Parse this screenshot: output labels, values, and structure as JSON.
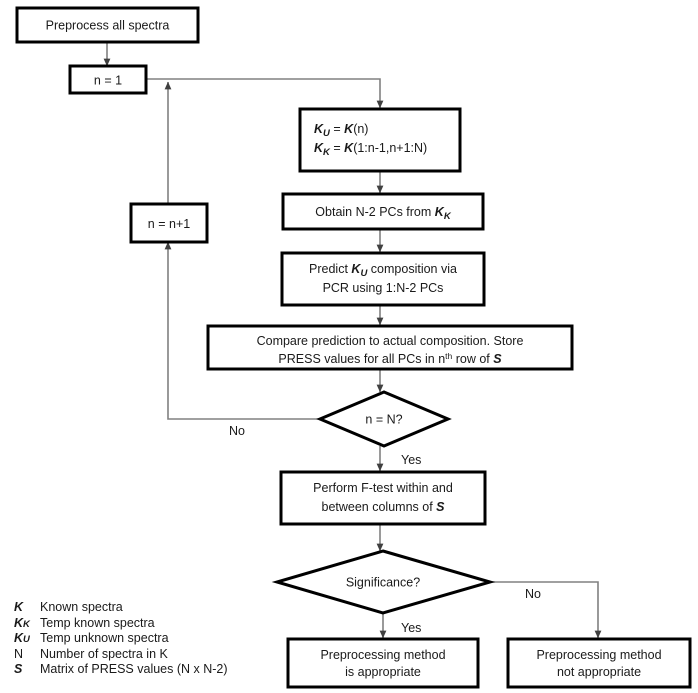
{
  "diagram": {
    "title": "Preprocessing evaluation flowchart",
    "colors": {
      "node_stroke": "#000000",
      "node_fill": "#ffffff",
      "connector": "#808080",
      "text": "#1a1a1a",
      "background": "#ffffff"
    },
    "nodes": {
      "preprocess": {
        "type": "process",
        "text": "Preprocess all spectra"
      },
      "init_n": {
        "type": "process",
        "text": "n = 1"
      },
      "assign": {
        "type": "process",
        "line1_lhs_sym": "K",
        "line1_lhs_sub": "U",
        "line1_eq": " = ",
        "line1_rhs_sym": "K",
        "line1_rhs_rest": "(n)",
        "line2_lhs_sym": "K",
        "line2_lhs_sub": "K",
        "line2_eq": " = ",
        "line2_rhs_sym": "K",
        "line2_rhs_rest": "(1:n-1,n+1:N)"
      },
      "obtain_pcs": {
        "type": "process",
        "prefix": "Obtain N-2 PCs from ",
        "sym": "K",
        "sub": "K"
      },
      "predict": {
        "type": "process",
        "line1_prefix": "Predict ",
        "line1_sym": "K",
        "line1_sub": "U",
        "line1_suffix": " composition via",
        "line2": "PCR using 1:N-2 PCs"
      },
      "compare": {
        "type": "process",
        "line1": "Compare prediction to actual composition. Store",
        "line2_prefix": "PRESS values for all PCs in n",
        "line2_sup": "th",
        "line2_mid": " row of ",
        "line2_sym": "S"
      },
      "increment_n": {
        "type": "process",
        "text": "n = n+1"
      },
      "check_n": {
        "type": "decision",
        "text": "n = N?"
      },
      "ftest": {
        "type": "process",
        "line1": "Perform F-test within and",
        "line2_prefix": "between columns of ",
        "line2_sym": "S"
      },
      "significance": {
        "type": "decision",
        "text": "Significance?"
      },
      "appropriate": {
        "type": "process",
        "line1": "Preprocessing method",
        "line2": "is appropriate"
      },
      "not_appropriate": {
        "type": "process",
        "line1": "Preprocessing method",
        "line2": "not appropriate"
      }
    },
    "edge_labels": {
      "loop_no": "No",
      "loop_yes": "Yes",
      "sig_yes": "Yes",
      "sig_no": "No"
    }
  },
  "legend": {
    "rows": [
      {
        "symbol": "K",
        "subscript": "",
        "bold_italic": true,
        "description": "Known spectra"
      },
      {
        "symbol": "K",
        "subscript": "K",
        "bold_italic": true,
        "description": "Temp known spectra"
      },
      {
        "symbol": "K",
        "subscript": "U",
        "bold_italic": true,
        "description": "Temp unknown spectra"
      },
      {
        "symbol": "N",
        "subscript": "",
        "bold_italic": false,
        "description": "Number of spectra in K"
      },
      {
        "symbol": "S",
        "subscript": "",
        "bold_italic": true,
        "description": "Matrix of PRESS values (N x N-2)"
      }
    ]
  }
}
